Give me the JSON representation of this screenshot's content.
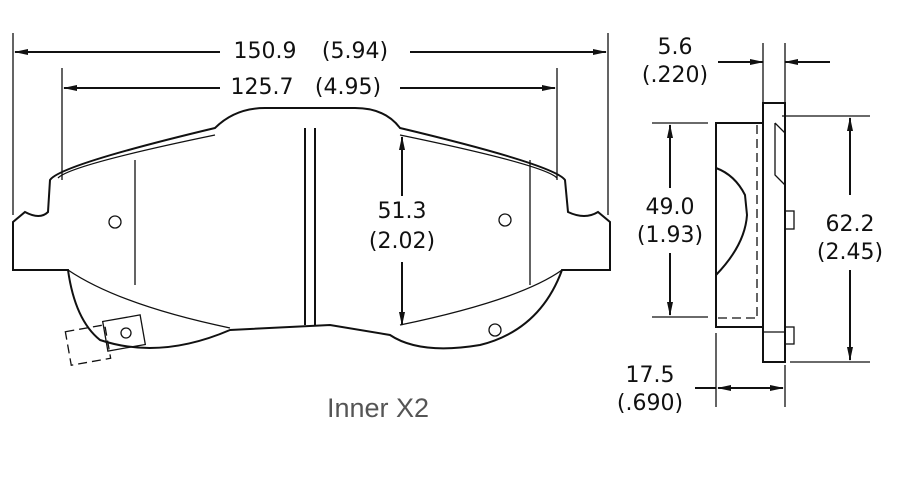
{
  "dimensions": {
    "overall_width": {
      "mm": "150.9",
      "in": "(5.94)"
    },
    "friction_width": {
      "mm": "125.7",
      "in": "(4.95)"
    },
    "friction_height": {
      "mm": "51.3",
      "in": "(2.02)"
    },
    "backing_thickness": {
      "mm": "5.6",
      "in": "(.220)"
    },
    "side_friction_height": {
      "mm": "49.0",
      "in": "(1.93)"
    },
    "overall_height": {
      "mm": "62.2",
      "in": "(2.45)"
    },
    "overall_thickness": {
      "mm": "17.5",
      "in": "(.690)"
    }
  },
  "caption": "Inner X2"
}
